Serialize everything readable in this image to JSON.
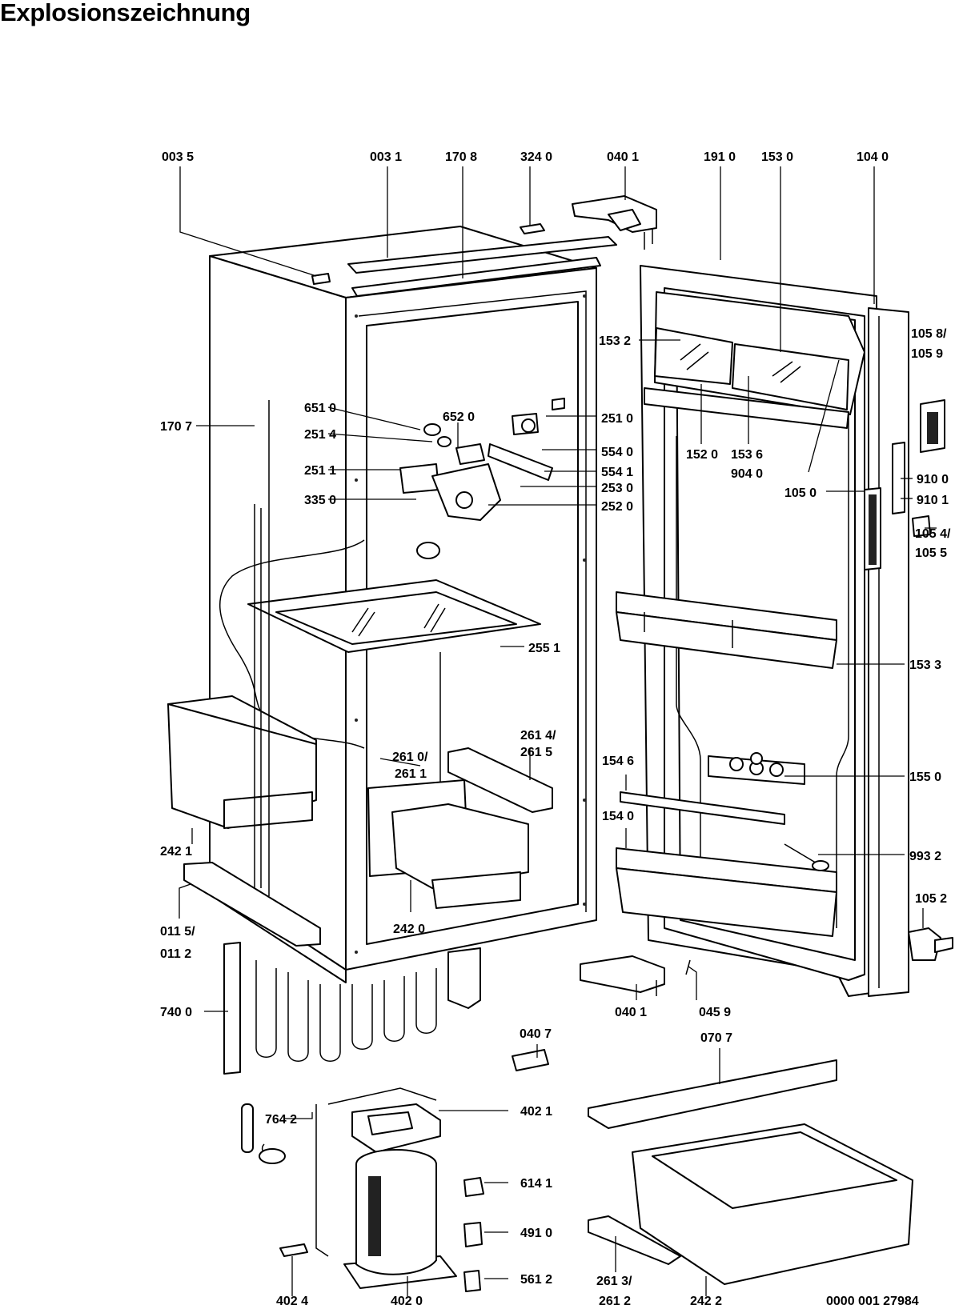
{
  "title": "Explosionszeichnung",
  "doc_number": "0000 001 27984",
  "labels": {
    "l0035": "003 5",
    "l0031": "003 1",
    "l1708": "170 8",
    "l3240": "324 0",
    "l0401a": "040 1",
    "l1910": "191 0",
    "l1530": "153 0",
    "l1040": "104 0",
    "l1058": "105 8/",
    "l1059": "105 9",
    "l1532": "153 2",
    "l6520": "652 0",
    "l2510": "251 0",
    "l6510": "651 0",
    "l5540": "554 0",
    "l2514": "251 4",
    "l5541": "554 1",
    "l2511": "251 1",
    "l2530": "253 0",
    "l2520": "252 0",
    "l3350": "335 0",
    "l1520": "152 0",
    "l1536": "153 6",
    "l9040": "904 0",
    "l1050": "105 0",
    "l9100": "910 0",
    "l9101": "910 1",
    "l1054": "105 4/",
    "l1055": "105 5",
    "l2551": "255 1",
    "l1533": "153 3",
    "l1707": "170 7",
    "l2610": "261 0/",
    "l2611": "261 1",
    "l2614": "261 4/",
    "l2615": "261 5",
    "l1546": "154 6",
    "l1550": "155 0",
    "l1540": "154 0",
    "l9932": "993 2",
    "l2421": "242 1",
    "l1052": "105 2",
    "l0115": "011 5/",
    "l0112": "011 2",
    "l2420": "242 0",
    "l0459": "045 9",
    "l0401b": "040 1",
    "l7400": "740 0",
    "l0407": "040 7",
    "l0707": "070 7",
    "l7642": "764 2",
    "l4021": "402 1",
    "l6141": "614 1",
    "l4910": "491 0",
    "l5612": "561 2",
    "l4024": "402 4",
    "l4020": "402 0",
    "l2613": "261 3/",
    "l2612": "261 2",
    "l2422": "242 2"
  }
}
